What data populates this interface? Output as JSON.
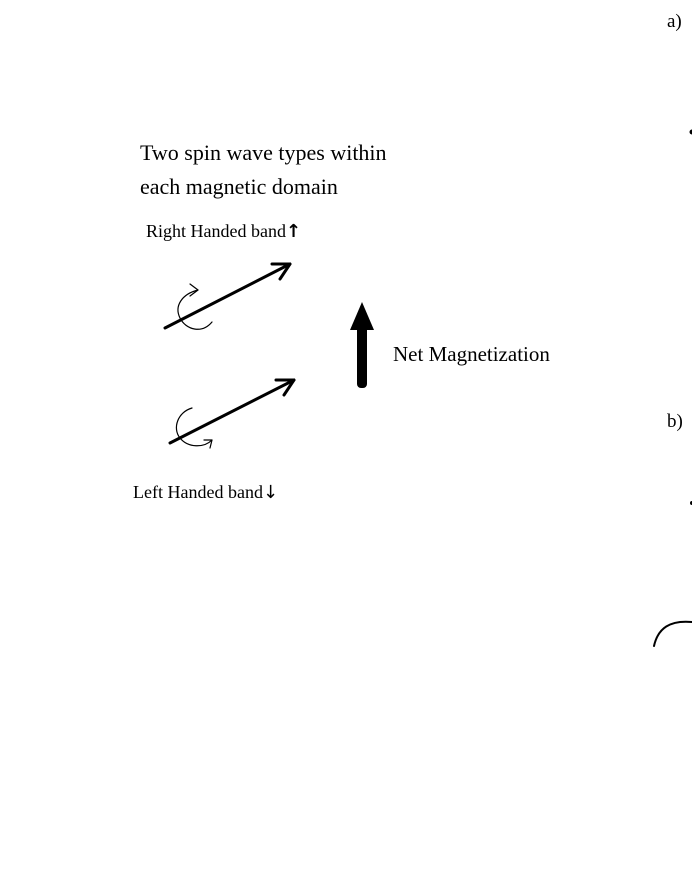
{
  "heading": {
    "line1": "Two spin wave types within",
    "line2": "each magnetic domain"
  },
  "right_band": {
    "label": "Right Handed  band",
    "arrow_glyph": "↑"
  },
  "left_band": {
    "label": "Left Handed  band",
    "arrow_glyph": "↓"
  },
  "net_magnetization": {
    "label": "Net Magnetization"
  },
  "panels": {
    "a": "a)",
    "b": "b)"
  },
  "colors": {
    "ink": "#000000",
    "background": "#ffffff"
  }
}
